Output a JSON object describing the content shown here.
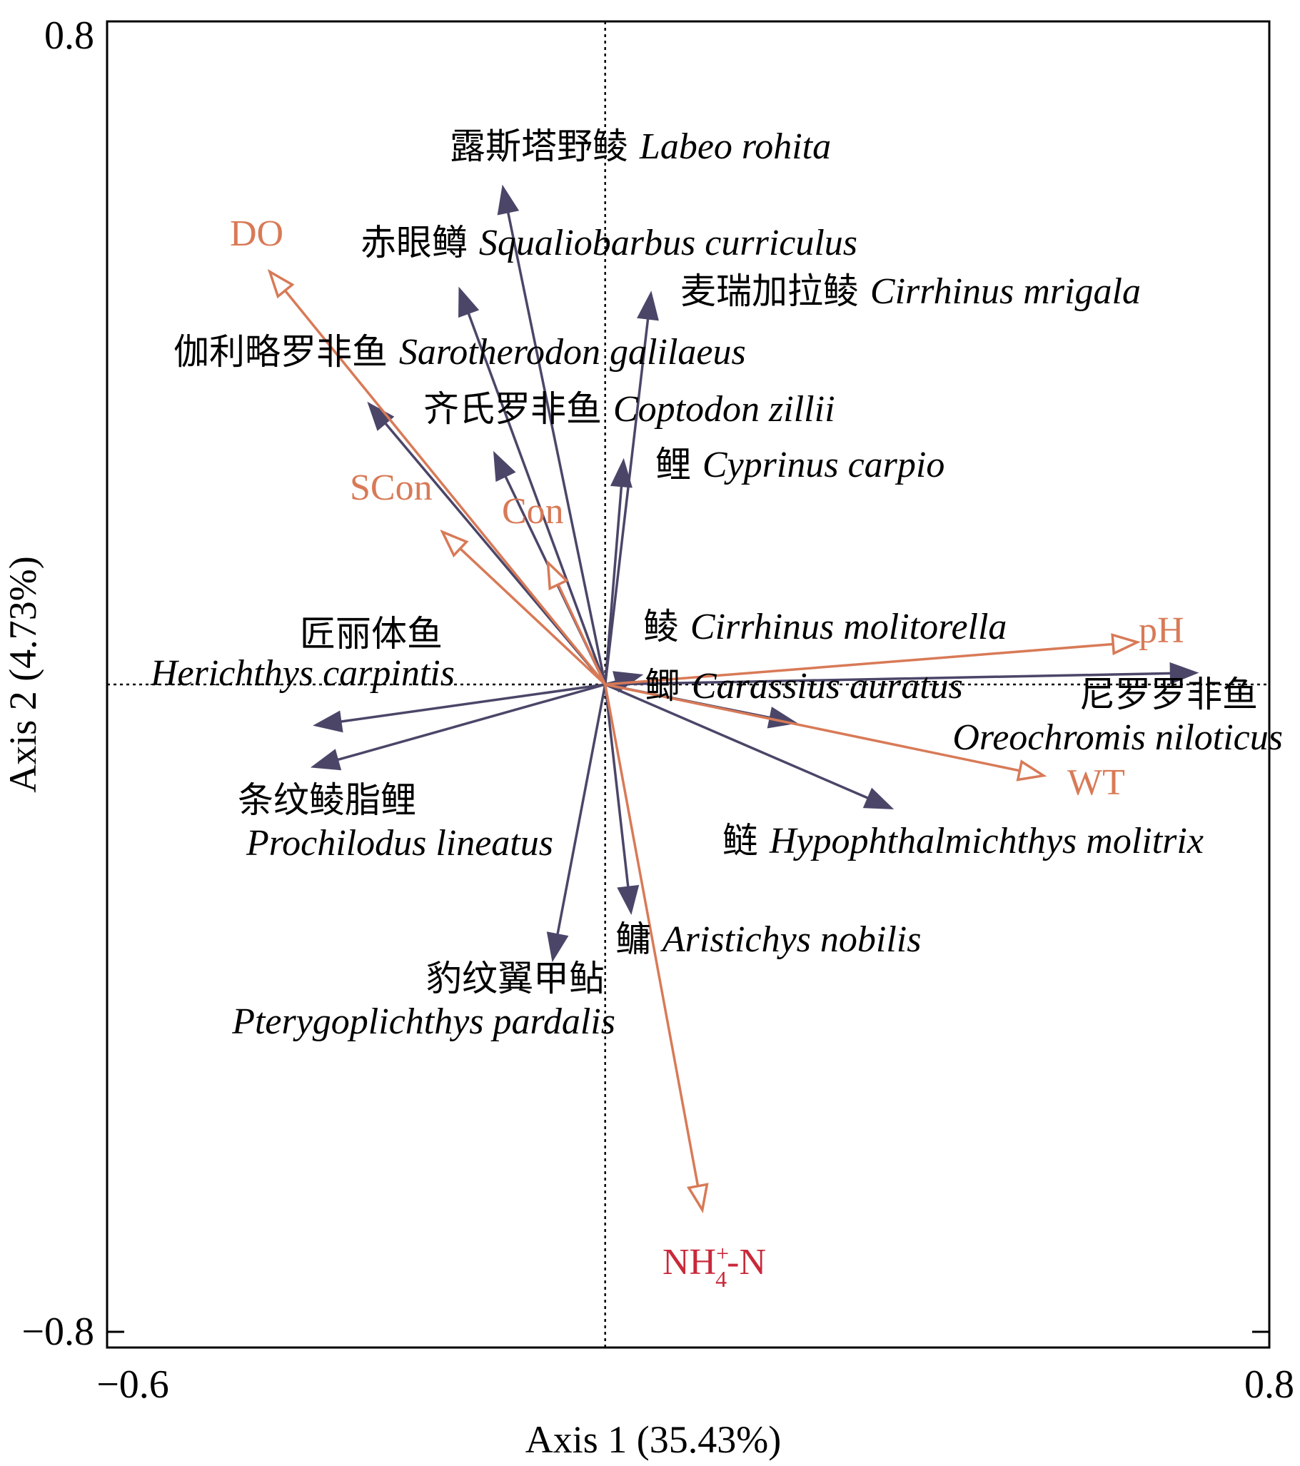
{
  "chart_data": {
    "type": "scatter",
    "subtype": "ordination-biplot",
    "xlabel": "Axis 1 (35.43%)",
    "ylabel": "Axis 2 (4.73%)",
    "xlim": [
      -0.6,
      0.8
    ],
    "ylim": [
      -0.8,
      0.8
    ],
    "xticks": [
      "−0.6",
      "0.8"
    ],
    "yticks": [
      "0.8",
      "−0.8"
    ],
    "grid": false,
    "zero_lines": true,
    "colors": {
      "species": "#4b4668",
      "environment": "#d87a57",
      "nh4": "#c8293a"
    },
    "species": [
      {
        "cn": "露斯塔野鲮",
        "latin": "Labeo rohita",
        "x": -0.123,
        "y": 0.599
      },
      {
        "cn": "赤眼鳟",
        "latin": "Squaliobarbus curriculus",
        "x": -0.175,
        "y": 0.476
      },
      {
        "cn": "麦瑞加拉鲮",
        "latin": "Cirrhinus mrigala",
        "x": 0.055,
        "y": 0.471
      },
      {
        "cn": "伽利略罗非鱼",
        "latin": "Sarotherodon galilaeus",
        "x": -0.284,
        "y": 0.338
      },
      {
        "cn": "齐氏罗非鱼",
        "latin": "Coptodon zillii",
        "x": -0.133,
        "y": 0.278
      },
      {
        "cn": "鲤",
        "latin": "Cyprinus carpio",
        "x": 0.022,
        "y": 0.269
      },
      {
        "cn": "鲮",
        "latin": "Cirrhinus molitorella",
        "x": 0.042,
        "y": 0.011
      },
      {
        "cn": "鲫",
        "latin": "Carassius auratus",
        "x": 0.228,
        "y": -0.046
      },
      {
        "cn": "尼罗罗非鱼",
        "latin": "Oreochromis niloticus",
        "x": 0.711,
        "y": 0.014
      },
      {
        "cn": "鲢",
        "latin": "Hypophthalmichthys molitrix",
        "x": 0.344,
        "y": -0.149
      },
      {
        "cn": "鳙",
        "latin": "Aristichys nobilis",
        "x": 0.031,
        "y": -0.274
      },
      {
        "cn": "豹纹翼甲鲇",
        "latin": "Pterygoplichthys pardalis",
        "x": -0.063,
        "y": -0.331
      },
      {
        "cn": "匠丽体鱼",
        "latin": "Herichthys carpintis",
        "x": -0.348,
        "y": -0.049
      },
      {
        "cn": "条纹鲮脂鲤",
        "latin": "Prochilodus lineatus",
        "x": -0.351,
        "y": -0.099
      }
    ],
    "environment": [
      {
        "name": "DO",
        "x": -0.404,
        "y": 0.498
      },
      {
        "name": "SCon",
        "x": -0.196,
        "y": 0.184
      },
      {
        "name": "Con",
        "x": -0.069,
        "y": 0.147
      },
      {
        "name": "pH",
        "x": 0.641,
        "y": 0.051
      },
      {
        "name": "WT",
        "x": 0.528,
        "y": -0.11
      },
      {
        "name": "NH",
        "sup": "+",
        "sub": "4",
        "suffix": "-N",
        "x": 0.117,
        "y": -0.634
      }
    ]
  }
}
